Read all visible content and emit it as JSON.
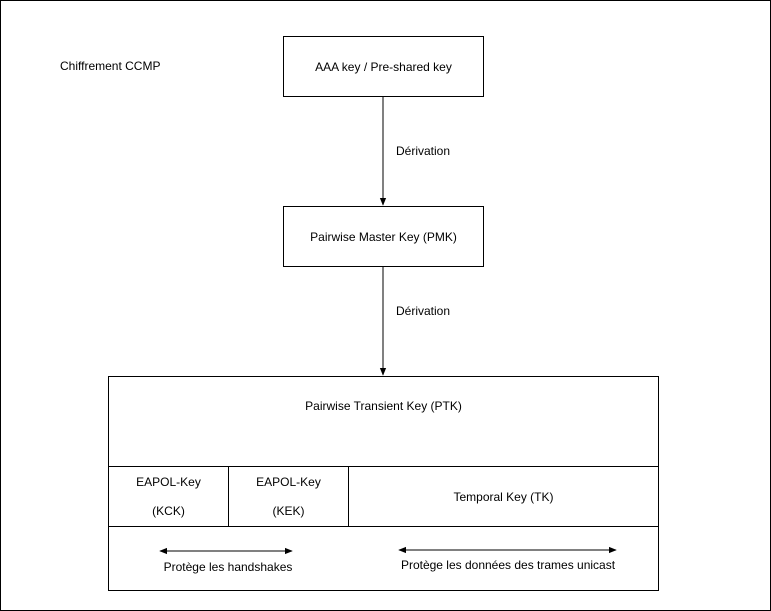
{
  "title": "Chiffrement CCMP",
  "nodes": {
    "aaa": "AAA key / Pre-shared key",
    "pmk": "Pairwise Master Key (PMK)",
    "ptk": "Pairwise Transient Key (PTK)"
  },
  "edges": [
    {
      "from": "aaa",
      "to": "pmk",
      "label": "Dérivation"
    },
    {
      "from": "pmk",
      "to": "ptk",
      "label": "Dérivation"
    }
  ],
  "ptk_parts": [
    {
      "line1": "EAPOL-Key",
      "line2": "(KCK)"
    },
    {
      "line1": "EAPOL-Key",
      "line2": "(KEK)"
    },
    {
      "line1": "Temporal Key (TK)"
    }
  ],
  "protections": [
    {
      "label": "Protège les handshakes"
    },
    {
      "label": "Protège les données des trames unicast"
    }
  ]
}
